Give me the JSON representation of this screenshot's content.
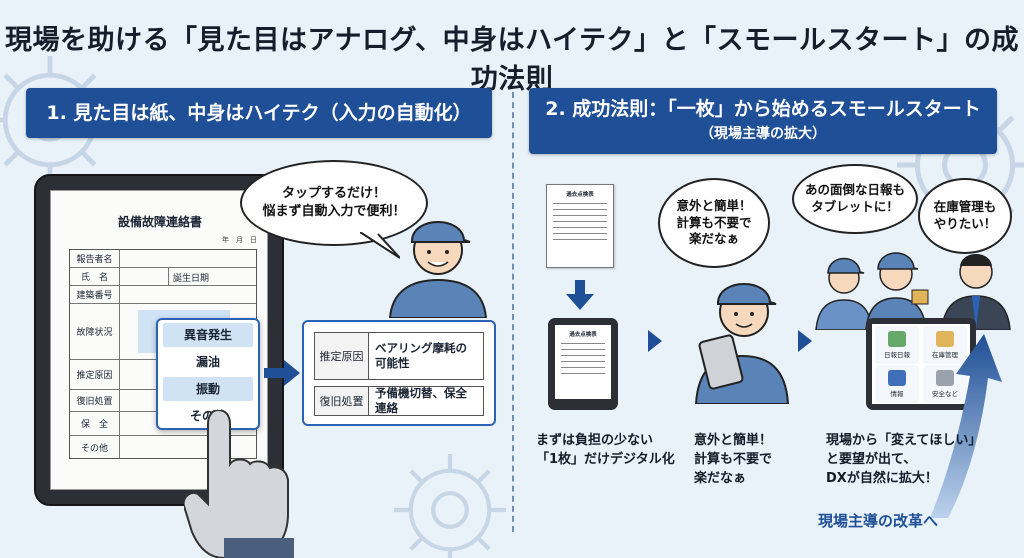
{
  "title": "現場を助ける「見た目はアナログ、中身はハイテク」と「スモールスタート」の成功法則",
  "left": {
    "header": "1. 見た目は紙、中身はハイテク（入力の自動化）",
    "speech": "タップするだけ！\n悩まず自動入力で便利！",
    "form": {
      "title": "設備故障連絡書",
      "date": "年　月　日",
      "rows": [
        "報告者名",
        "氏　名",
        "建築番号",
        "故障状況",
        "推定原因",
        "復旧処置",
        "保　全",
        "その他"
      ],
      "birthday_label": "誕生日期"
    },
    "dropdown": [
      "異音発生",
      "漏油",
      "振動",
      "その他"
    ],
    "result": [
      {
        "label": "推定原因",
        "value": "ベアリング摩耗の\n可能性"
      },
      {
        "label": "復旧処置",
        "value": "予備機切替、保全連絡"
      }
    ]
  },
  "right": {
    "header": "2. 成功法則：「一枚」から始めるスモールスタート",
    "subheader": "（現場主導の拡大）",
    "doc_title": "過去点検表",
    "bubble1": "意外と簡単！\n計算も不要で\n楽だなぁ",
    "bubble2": "あの面倒な日報も\nタブレットに！",
    "bubble3": "在庫管理も\nやりたい！",
    "caption1": "まずは負担の少ない\n「1枚」だけデジタル化",
    "caption2": "意外と簡単！\n計算も不要で\n楽だなぁ",
    "caption3": "現場から「変えてほしい」\nと要望が出て、\nDXが自然に拡大！",
    "apps": [
      "日報日報",
      "在庫管理",
      "情報",
      "安全など"
    ],
    "bottom_label": "現場主導の改革へ"
  },
  "colors": {
    "header_bg": "#1f4f96",
    "accent": "#2a62b5",
    "highlight": "#cfe3f5",
    "background": "#e9f1f9"
  }
}
